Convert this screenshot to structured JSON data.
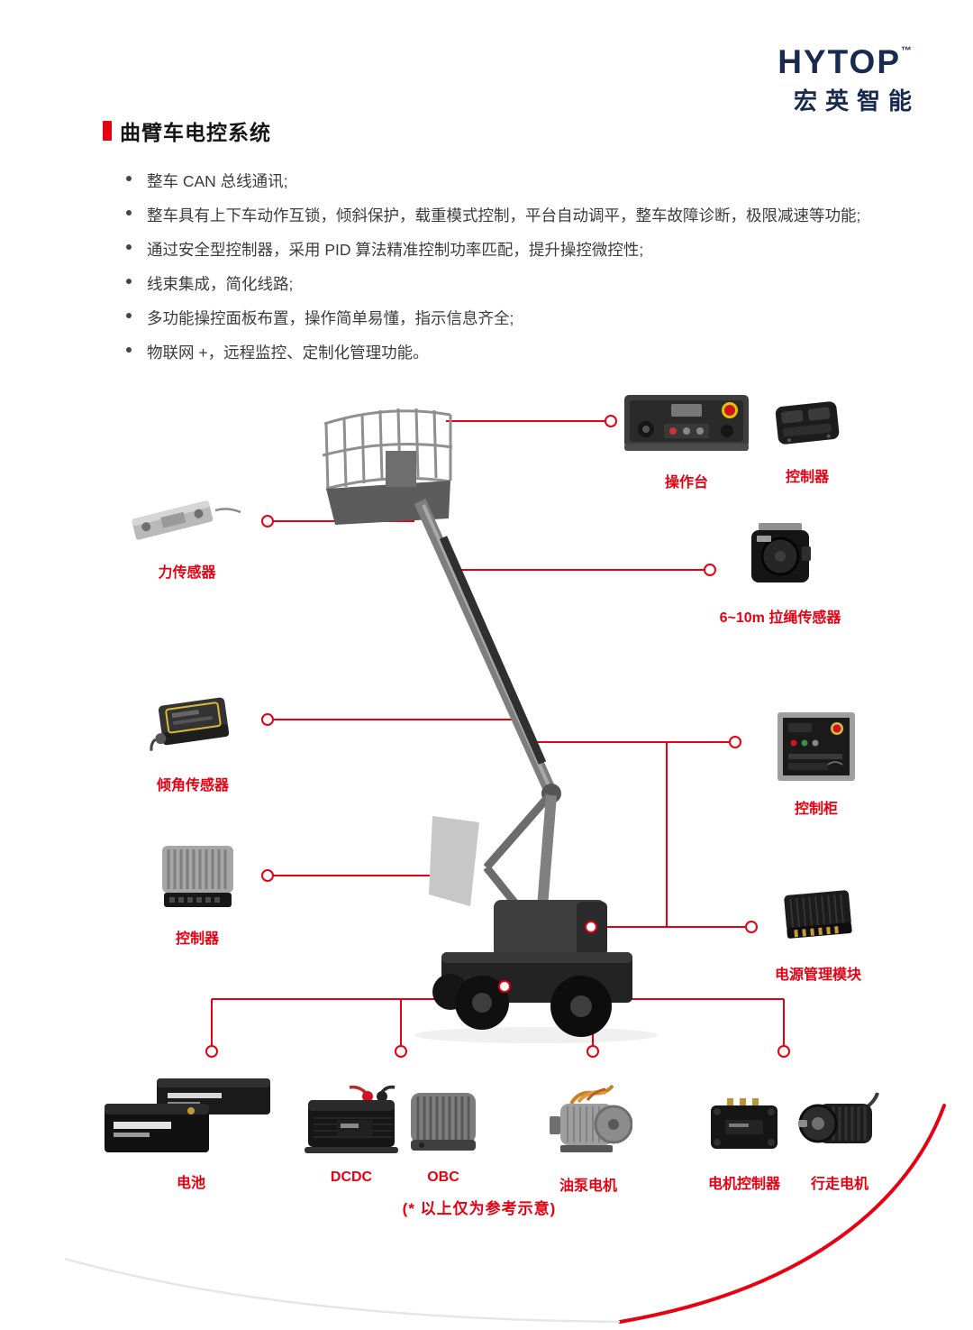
{
  "logo": {
    "brand": "HYTOP",
    "tm": "™",
    "subbrand": "宏英智能"
  },
  "header": {
    "title": "曲臂车电控系统"
  },
  "features": [
    "整车 CAN 总线通讯;",
    "整车具有上下车动作互锁，倾斜保护，载重模式控制，平台自动调平，整车故障诊断，极限减速等功能;",
    "通过安全型控制器，采用 PID 算法精准控制功率匹配，提升操控微控性;",
    "线束集成，简化线路;",
    "多功能操控面板布置，操作简单易懂，指示信息齐全;",
    "物联网 +，远程监控、定制化管理功能。"
  ],
  "diagram": {
    "labels": {
      "console": "操作台",
      "controller_top": "控制器",
      "force_sensor": "力传感器",
      "rope_sensor": "6~10m 拉绳传感器",
      "tilt_sensor": "倾角传感器",
      "control_cabinet": "控制柜",
      "controller_left": "控制器",
      "power_module": "电源管理模块",
      "battery": "电池",
      "dcdc": "DCDC",
      "obc": "OBC",
      "pump_motor": "油泵电机",
      "motor_controller": "电机控制器",
      "travel_motor": "行走电机"
    },
    "note": "(* 以上仅为参考示意)"
  },
  "colors": {
    "accent_red": "#e60012",
    "brand_navy": "#182a4e"
  }
}
